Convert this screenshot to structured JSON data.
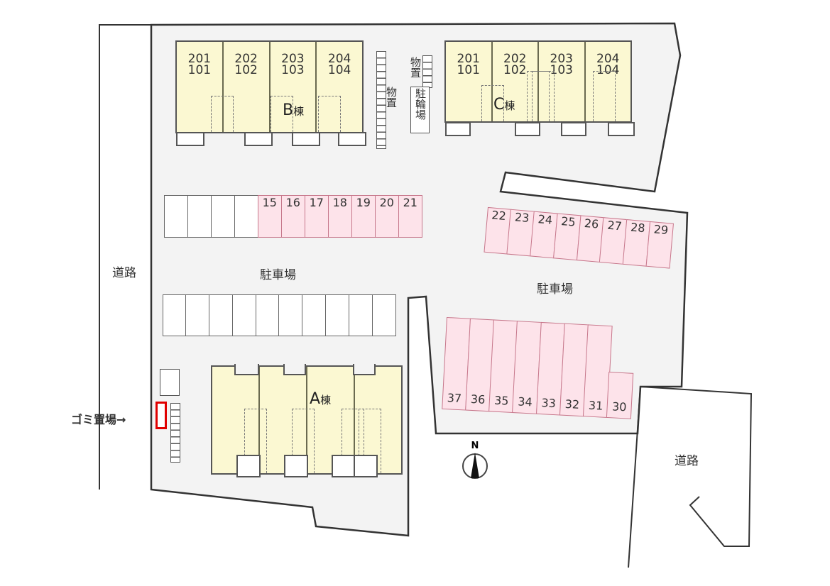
{
  "buildings": {
    "B": {
      "name": "B",
      "suffix": "棟",
      "units": [
        [
          "201",
          "101"
        ],
        [
          "202",
          "102"
        ],
        [
          "203",
          "103"
        ],
        [
          "204",
          "104"
        ]
      ]
    },
    "C": {
      "name": "C",
      "suffix": "棟",
      "units": [
        [
          "201",
          "101"
        ],
        [
          "202",
          "102"
        ],
        [
          "203",
          "103"
        ],
        [
          "204",
          "104"
        ]
      ]
    },
    "A": {
      "name": "A",
      "suffix": "棟"
    }
  },
  "storage_labels": {
    "storage_1": "物置",
    "storage_2": "物置",
    "bike_parking": "駐輪場"
  },
  "parking": {
    "label_left": "駐車場",
    "label_right": "駐車場",
    "row_top_left": [
      "",
      "",
      "",
      "",
      "15",
      "16",
      "17",
      "18",
      "19",
      "20",
      "21"
    ],
    "row_top_right": [
      "22",
      "23",
      "24",
      "25",
      "26",
      "27",
      "28",
      "29"
    ],
    "row_middle_left": [
      "",
      "",
      "",
      "",
      "",
      "",
      "",
      "",
      "",
      ""
    ],
    "row_bottom_right": [
      "37",
      "36",
      "35",
      "34",
      "33",
      "32",
      "31",
      "30"
    ]
  },
  "roads": {
    "left": "道路",
    "right": "道路"
  },
  "garbage": {
    "label": "ゴミ置場→",
    "highlight_color": "#e00000"
  },
  "compass": {
    "label": "N"
  },
  "colors": {
    "building": "#fbf8d2",
    "reserved_parking": "#fde3ea",
    "lot": "#f3f3f3"
  }
}
